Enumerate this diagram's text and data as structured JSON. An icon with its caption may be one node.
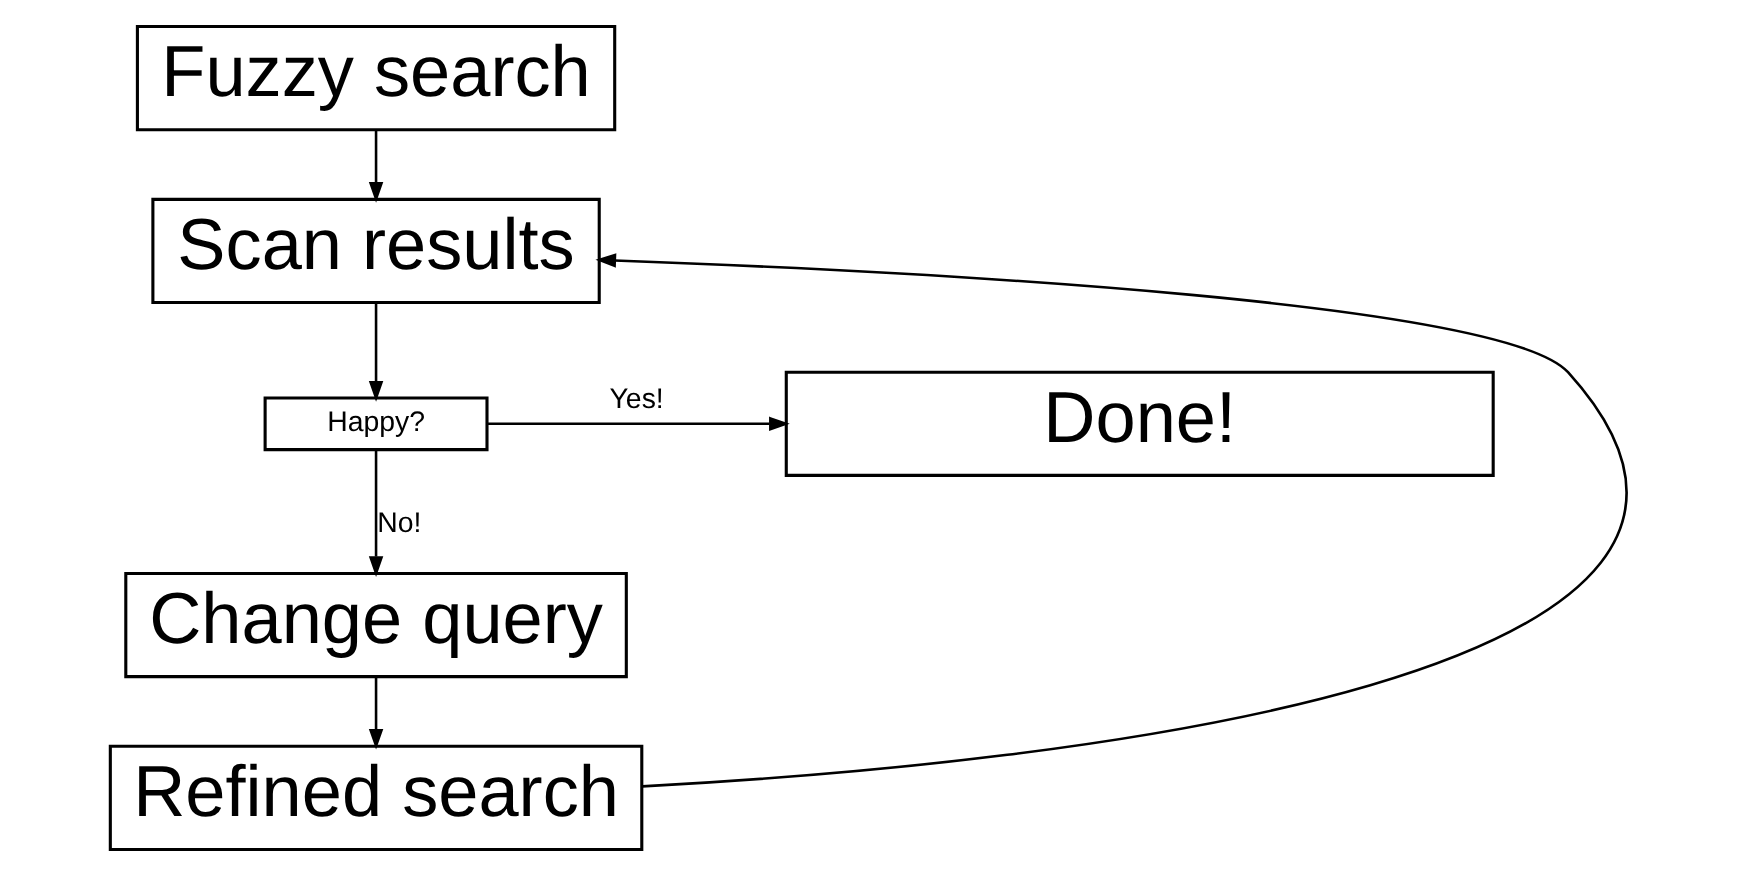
{
  "diagram": {
    "nodes": [
      {
        "text": [
          "Fuzzy search"
        ]
      },
      {
        "text": [
          "Scan results"
        ]
      },
      {
        "text": [
          "Happy?"
        ]
      },
      {
        "text": [
          "Done!"
        ]
      },
      {
        "text": [
          "Change query"
        ]
      },
      {
        "text": [
          "Refined search"
        ]
      }
    ],
    "edges": [
      {
        "from": 0,
        "to": 1,
        "arrow": "to"
      },
      {
        "from": 1,
        "to": 2,
        "arrow": "to"
      },
      {
        "from": 2,
        "to": 3,
        "arrow": "to",
        "label": "Yes!"
      },
      {
        "from": 2,
        "to": 4,
        "arrow": "to",
        "label": "No!"
      },
      {
        "from": 4,
        "to": 5,
        "arrow": "to"
      },
      {
        "from": 5,
        "to": 1,
        "arrow": "to"
      }
    ]
  }
}
